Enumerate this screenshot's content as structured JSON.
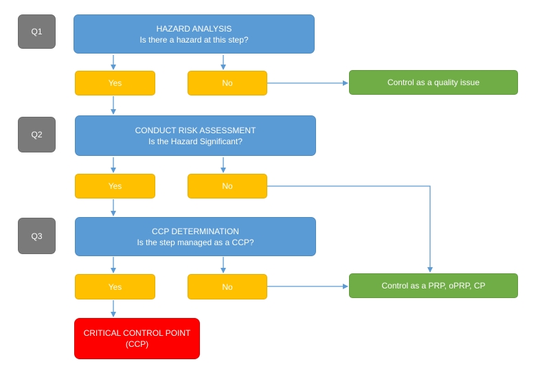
{
  "questions": [
    {
      "label": "Q1",
      "title": "HAZARD ANALYSIS",
      "subtitle": "Is there a hazard at this step?",
      "yes": "Yes",
      "no": "No"
    },
    {
      "label": "Q2",
      "title": "CONDUCT RISK ASSESSMENT",
      "subtitle": "Is the Hazard Significant?",
      "yes": "Yes",
      "no": "No"
    },
    {
      "label": "Q3",
      "title": "CCP DETERMINATION",
      "subtitle": "Is the step managed as a CCP?",
      "yes": "Yes",
      "no": "No"
    }
  ],
  "outcomes": {
    "quality": "Control as a quality issue",
    "prp": "Control as a PRP, oPRP, CP",
    "ccp_line1": "CRITICAL CONTROL POINT",
    "ccp_line2": "(CCP)"
  },
  "colors": {
    "question_label": "#7a7a7a",
    "question_box": "#5b9bd5",
    "answer_box": "#ffc000",
    "control_box": "#70ad47",
    "ccp_box": "#ff0000",
    "connector": "#5b9bd5"
  }
}
